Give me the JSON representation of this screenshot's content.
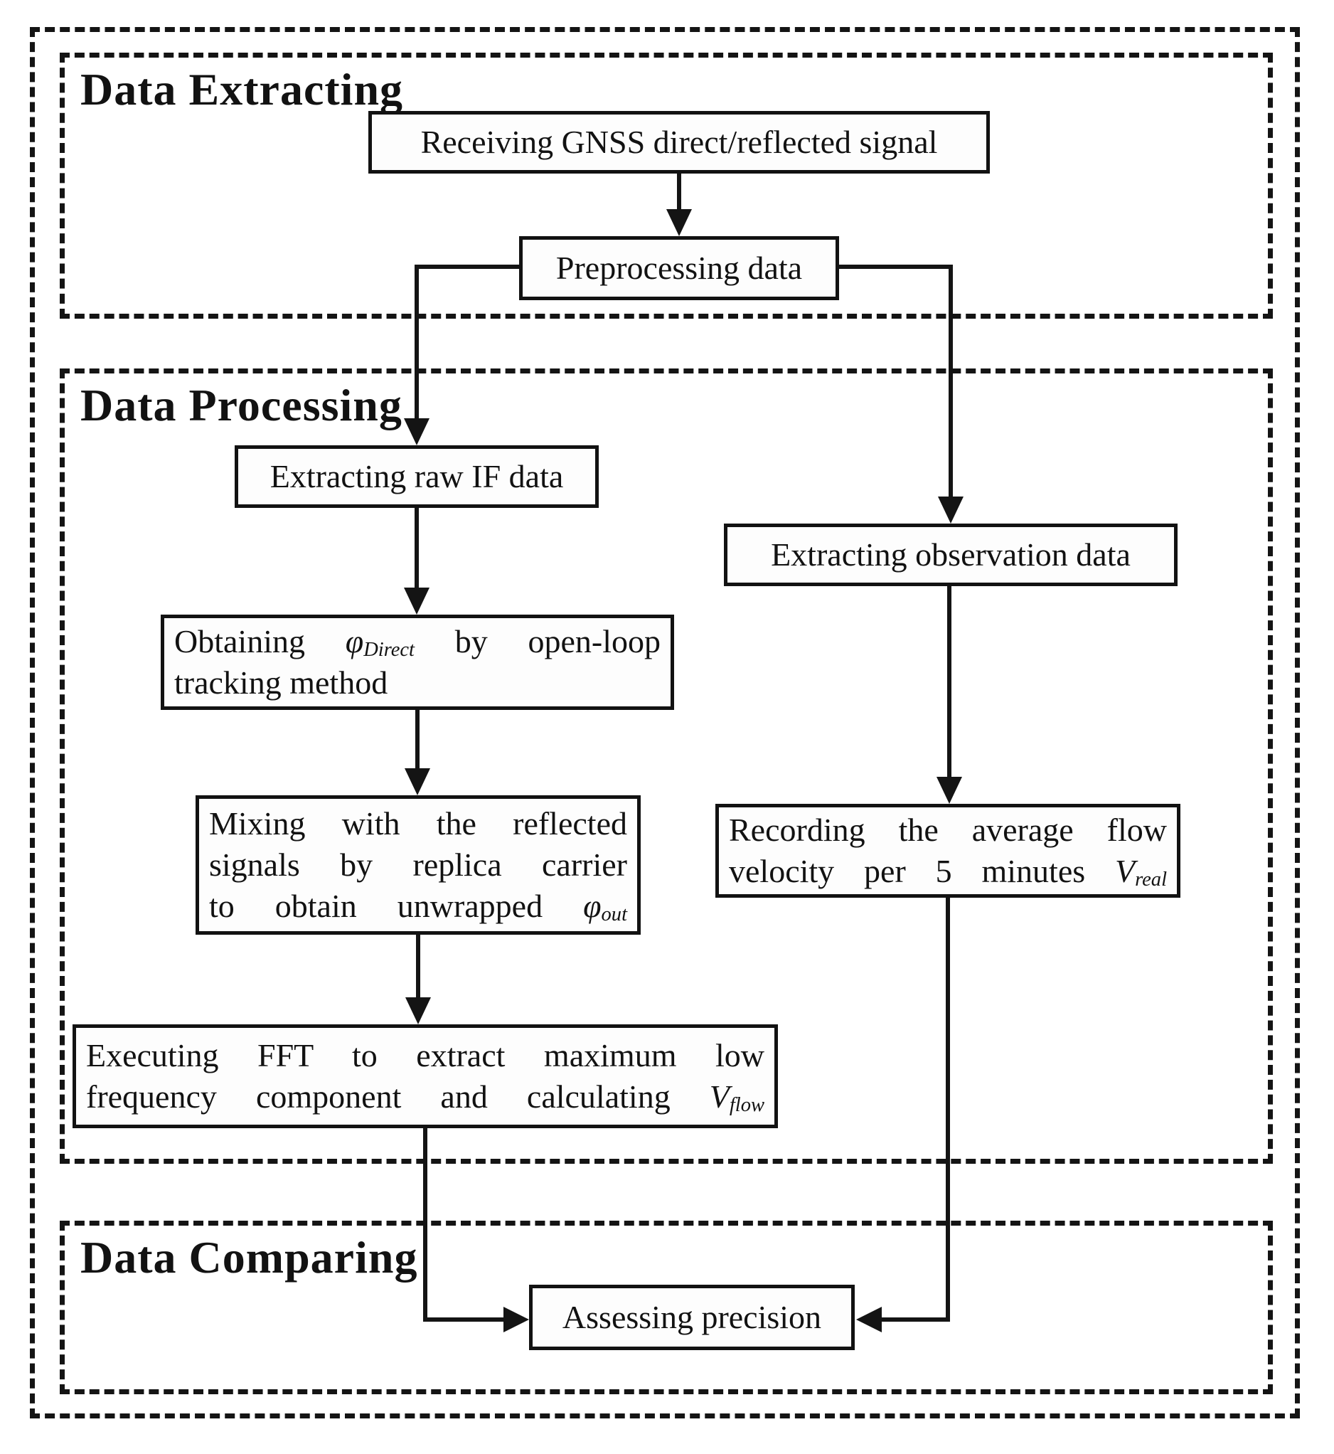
{
  "colors": {
    "ink": "#141414",
    "background": "#ffffff"
  },
  "diagram": {
    "sections": {
      "extracting": {
        "title": "Data Extracting"
      },
      "processing": {
        "title": "Data Processing"
      },
      "comparing": {
        "title": "Data Comparing"
      }
    },
    "nodes": {
      "receiving": {
        "label": "Receiving GNSS direct/reflected signal"
      },
      "preprocessing": {
        "label": "Preprocessing data"
      },
      "extract_if": {
        "label": "Extracting raw IF data"
      },
      "extract_obs": {
        "label": "Extracting observation data"
      },
      "obtaining": {
        "pre": "Obtaining ",
        "sym": "φ",
        "sub": "Direct",
        "post": " by open-loop",
        "line2": "tracking method"
      },
      "mixing": {
        "line1": "Mixing with the reflected",
        "line2": "signals by replica carrier",
        "line3_pre": "to obtain unwrapped ",
        "sym": "φ",
        "sub": "out"
      },
      "fft": {
        "line1": "Executing FFT to extract maximum low",
        "line2_pre": "frequency component and calculating ",
        "sym": "V",
        "sub": "flow"
      },
      "recording": {
        "line1": "Recording the average flow",
        "line2_pre": "velocity per 5 minutes ",
        "sym": "V",
        "sub": "real"
      },
      "assessing": {
        "label": "Assessing precision"
      }
    }
  }
}
